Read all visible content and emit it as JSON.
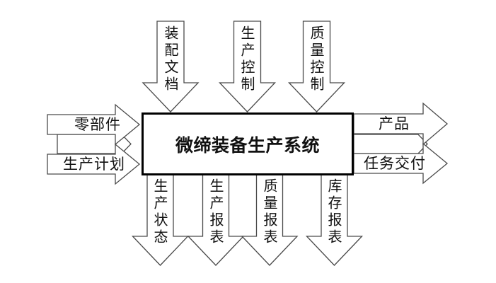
{
  "diagram": {
    "title": "微缔装备生产系统",
    "top_inputs": [
      "装配文档",
      "生产控制",
      "质量控制"
    ],
    "left_inputs": [
      "零部件",
      "生产计划"
    ],
    "right_outputs": [
      "产品",
      "任务交付"
    ],
    "bottom_outputs": [
      "生产状态",
      "生产报表",
      "质量报表",
      "库存报表"
    ],
    "colors": {
      "arrow_outline": "#4a4a4a",
      "box_border": "#000000",
      "fill": "#ffffff",
      "text": "#111111",
      "background": "#ffffff"
    }
  }
}
